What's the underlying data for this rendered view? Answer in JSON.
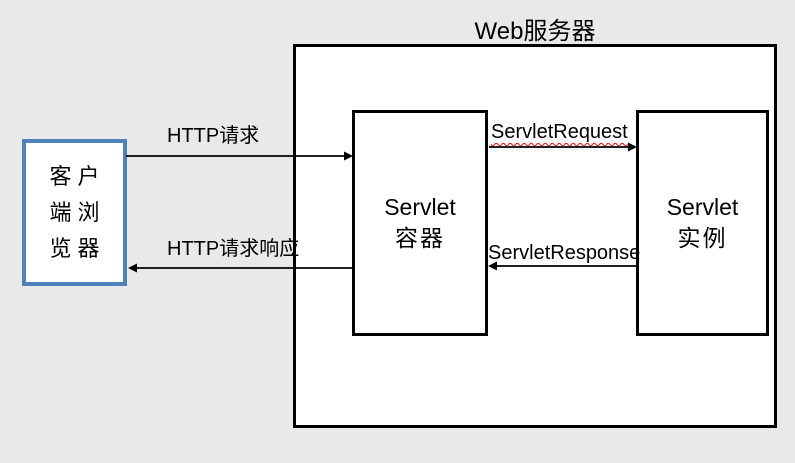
{
  "diagram": {
    "title": "Web服务器",
    "nodes": {
      "client": {
        "lines": [
          "客户",
          "端浏",
          "览器"
        ]
      },
      "servlet_container": {
        "lines": [
          "Servlet",
          "容器"
        ]
      },
      "servlet_instance": {
        "lines": [
          "Servlet",
          "实例"
        ]
      }
    },
    "arrows": {
      "http_request": {
        "label": "HTTP请求",
        "direction": "right"
      },
      "http_response": {
        "label": "HTTP请求响应",
        "direction": "left"
      },
      "servlet_request": {
        "label": "ServletRequest",
        "direction": "right",
        "spellcheck_underline": true
      },
      "servlet_response": {
        "label": "ServletResponse",
        "direction": "left"
      }
    },
    "colors": {
      "background": "#e9e9e9",
      "box_fill": "#ffffff",
      "box_border": "#000000",
      "client_border": "#4f81bd",
      "spellcheck_underline": "#ff0000"
    }
  }
}
